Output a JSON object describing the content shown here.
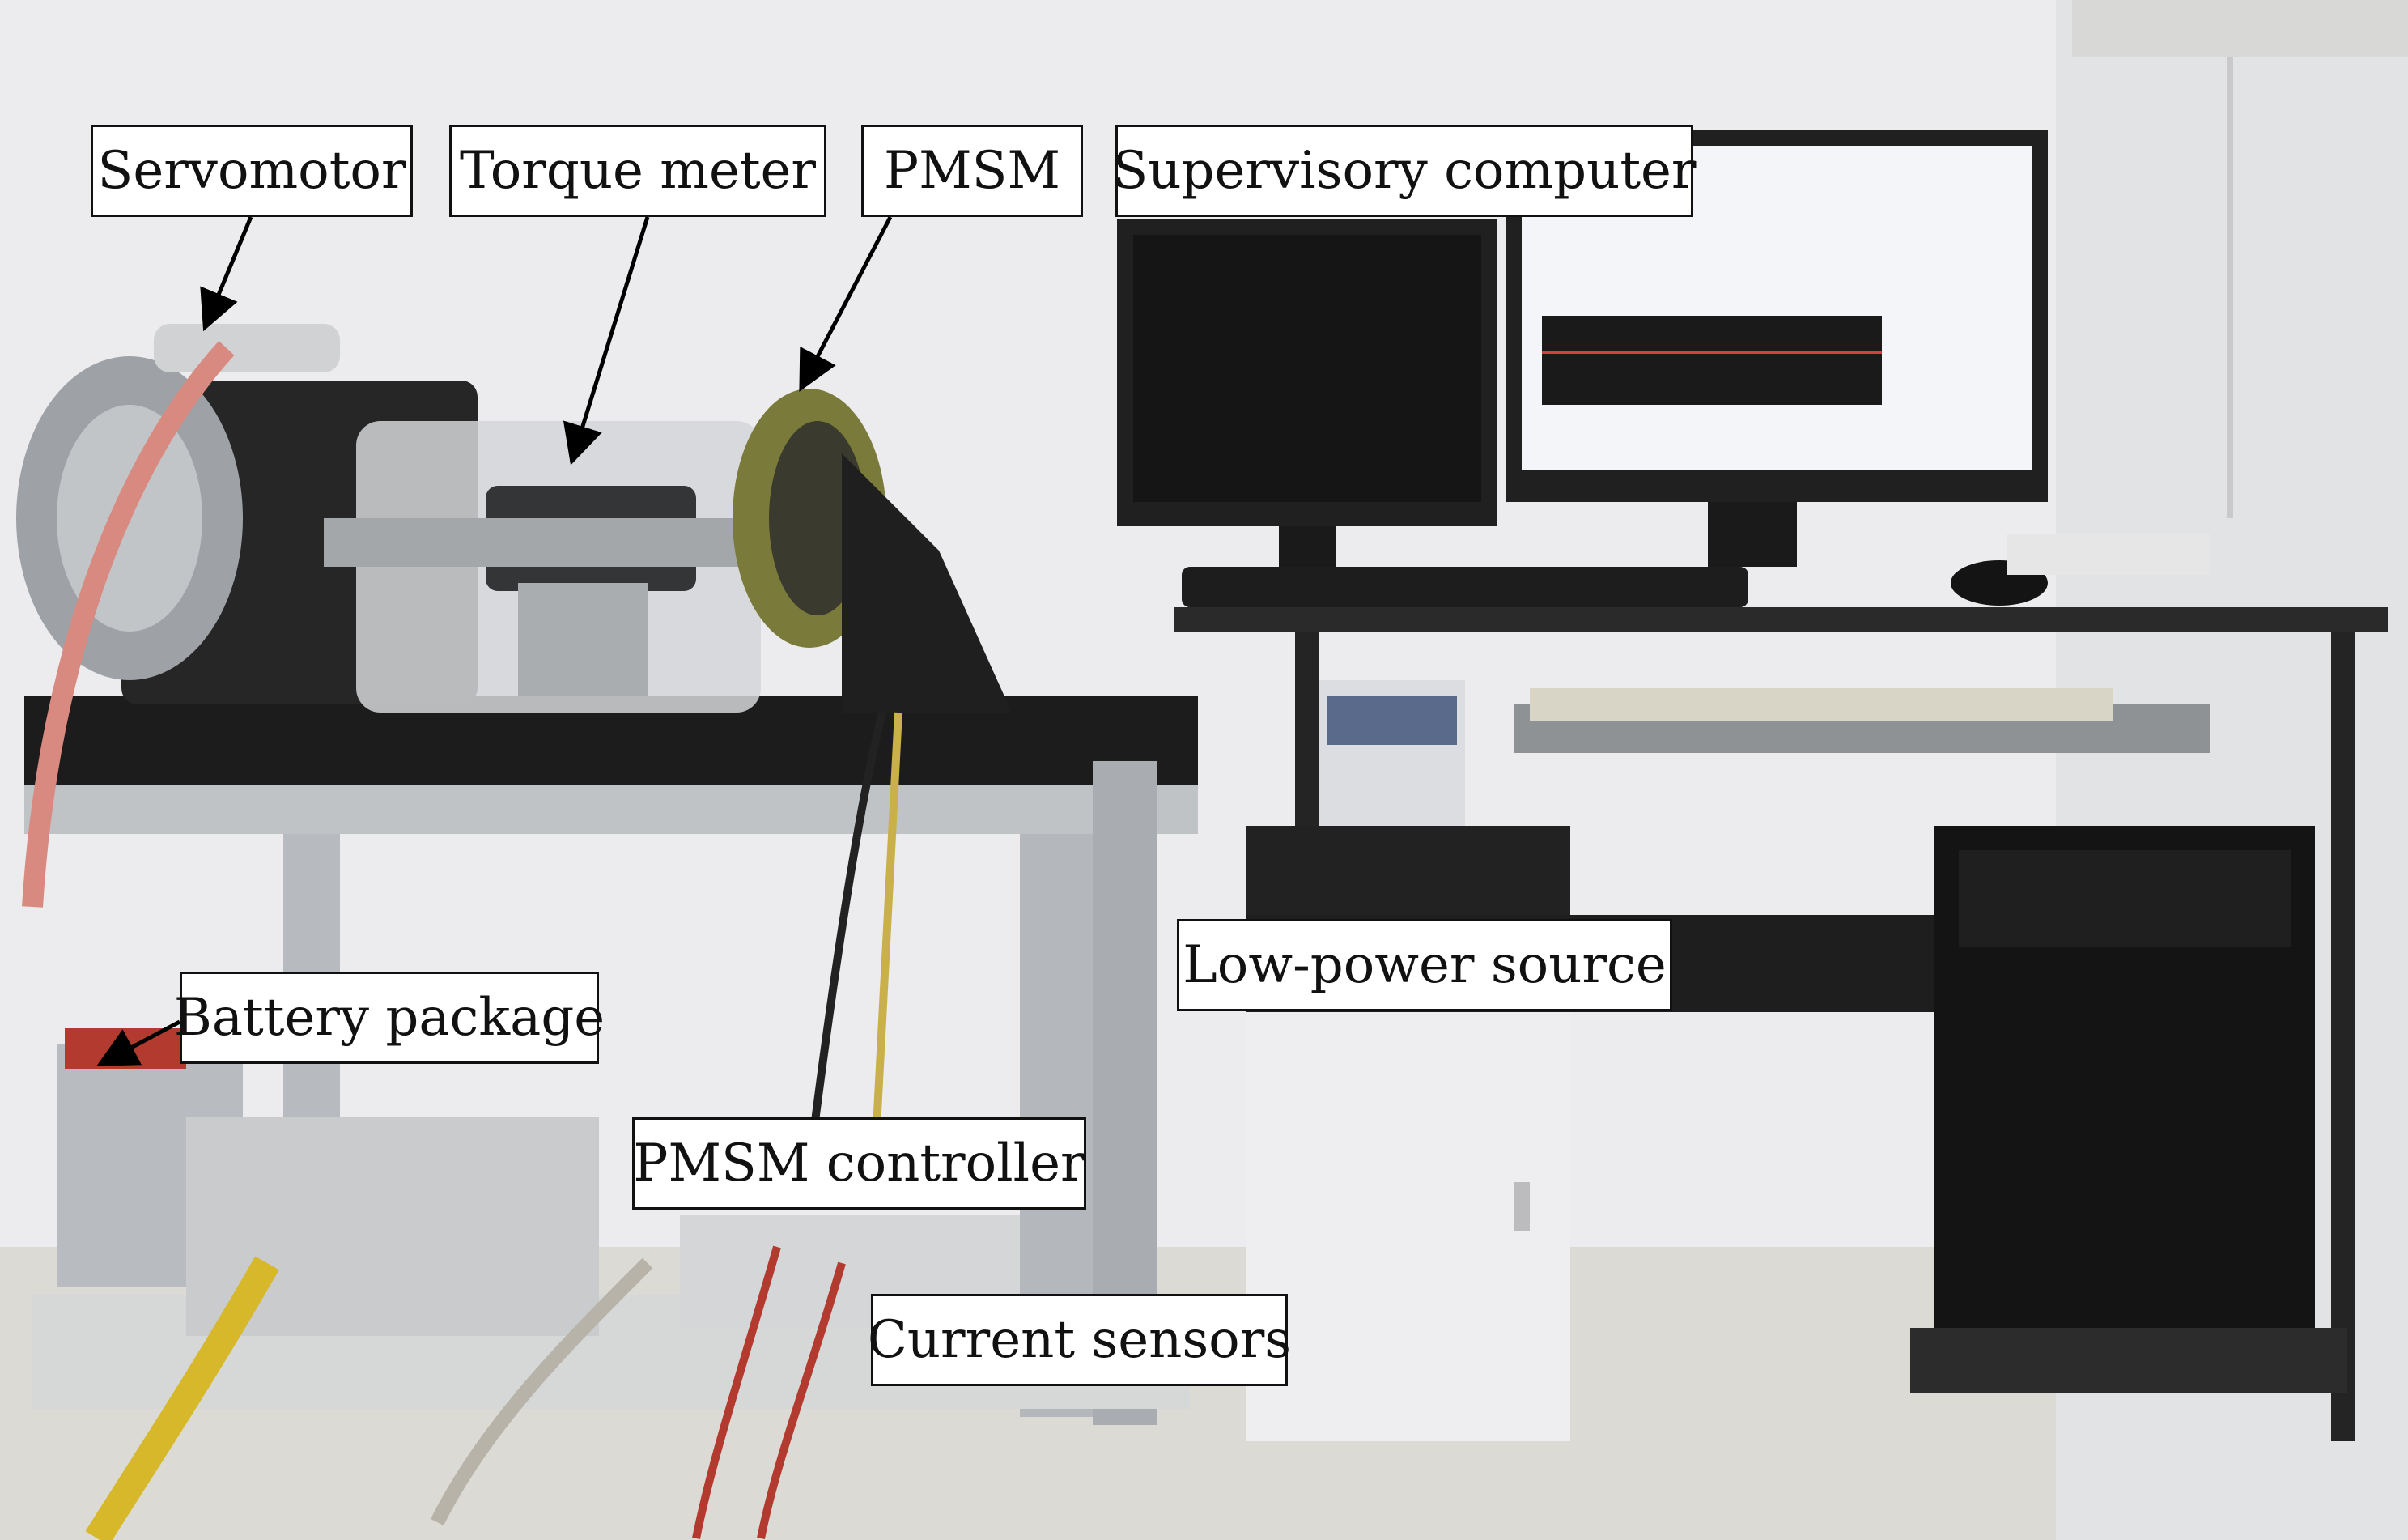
{
  "figure": {
    "labels": {
      "servomotor": "Servomotor",
      "torque_meter": "Torque meter",
      "pmsm": "PMSM",
      "supervisory_computer": "Supervisory computer",
      "battery_package": "Battery package",
      "pmsm_controller": "PMSM controller",
      "low_power_source": "Low-power source",
      "current_sensors": "Current sensors"
    }
  }
}
